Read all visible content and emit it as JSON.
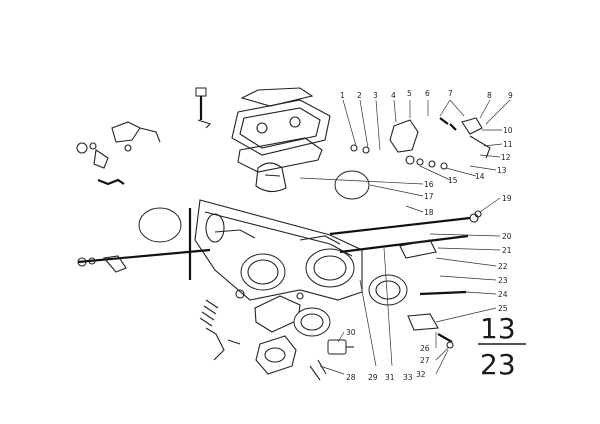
{
  "diagram": {
    "callouts": [
      "1",
      "2",
      "3",
      "4",
      "5",
      "6",
      "7",
      "8",
      "9",
      "10",
      "11",
      "12",
      "13",
      "14",
      "15",
      "16",
      "17",
      "18",
      "19",
      "20",
      "21",
      "22",
      "23",
      "24",
      "25",
      "26",
      "27",
      "28",
      "29",
      "30",
      "31",
      "32",
      "33"
    ],
    "page_top": "13",
    "page_bottom": "23"
  },
  "colors": {
    "ink": "#222222",
    "background": "#ffffff"
  }
}
